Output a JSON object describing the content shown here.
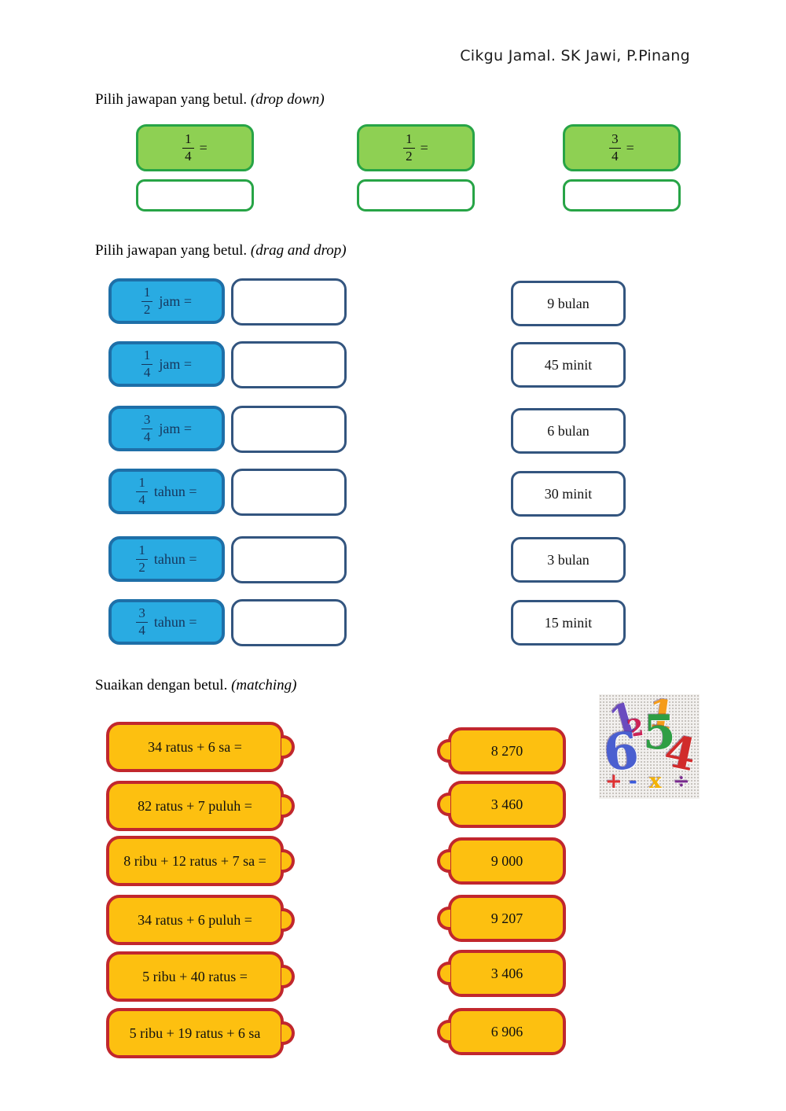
{
  "header": {
    "credit": "Cikgu Jamal. SK Jawi, P.Pinang"
  },
  "sections": {
    "dropdown": {
      "title": "Pilih jawapan yang betul.",
      "mode": "(drop down)",
      "items": [
        {
          "num": "1",
          "den": "4",
          "eq": "="
        },
        {
          "num": "1",
          "den": "2",
          "eq": "="
        },
        {
          "num": "3",
          "den": "4",
          "eq": "="
        }
      ]
    },
    "dragdrop": {
      "title": "Pilih jawapan yang betul.",
      "mode": "(drag and drop)",
      "questions": [
        {
          "num": "1",
          "den": "2",
          "unit": "jam ="
        },
        {
          "num": "1",
          "den": "4",
          "unit": "jam ="
        },
        {
          "num": "3",
          "den": "4",
          "unit": "jam ="
        },
        {
          "num": "1",
          "den": "4",
          "unit": "tahun ="
        },
        {
          "num": "1",
          "den": "2",
          "unit": "tahun ="
        },
        {
          "num": "3",
          "den": "4",
          "unit": "tahun ="
        }
      ],
      "answers": [
        "9 bulan",
        "45 minit",
        "6 bulan",
        "30 minit",
        "3 bulan",
        "15 minit"
      ]
    },
    "matching": {
      "title": "Suaikan dengan betul.",
      "mode": "(matching)",
      "left": [
        "34 ratus + 6 sa  =",
        "82 ratus + 7 puluh  =",
        "8 ribu + 12 ratus + 7 sa  =",
        "34 ratus + 6 puluh  =",
        "5 ribu + 40 ratus  =",
        "5 ribu + 19 ratus + 6 sa"
      ],
      "right": [
        "8 270",
        "3 460",
        "9 000",
        "9 207",
        "3 406",
        "6 906"
      ]
    }
  },
  "clipart": {
    "digits": [
      {
        "g": "1",
        "c": "#6a4bbf"
      },
      {
        "g": "2",
        "c": "#cc2255"
      },
      {
        "g": "1",
        "c": "#f59c1a"
      },
      {
        "g": "6",
        "c": "#4a5fd0"
      },
      {
        "g": "5",
        "c": "#2f9e44"
      },
      {
        "g": "4",
        "c": "#d12b2b"
      }
    ],
    "symbols": [
      {
        "g": "+",
        "c": "#e03131"
      },
      {
        "g": "-",
        "c": "#3b5bdb"
      },
      {
        "g": "x",
        "c": "#f5b301"
      },
      {
        "g": "÷",
        "c": "#7a2b8f"
      }
    ]
  },
  "colors": {
    "green_fill": "#8ed053",
    "green_border": "#27a446",
    "blue_fill": "#29abe2",
    "blue_border": "#1e6fa8",
    "blue_text": "#16365c",
    "slot_border": "#33557f",
    "orange_fill": "#fdc010",
    "orange_border": "#c1272d"
  }
}
